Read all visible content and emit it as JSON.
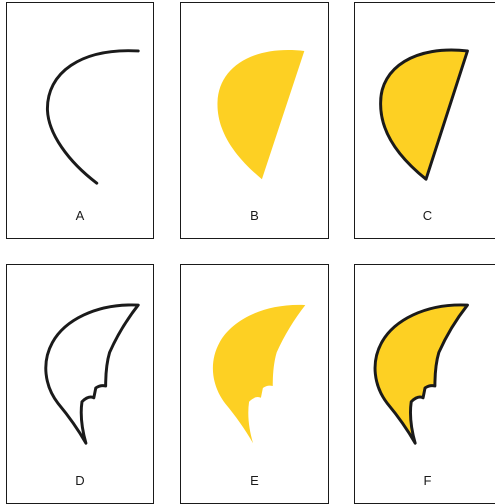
{
  "colors": {
    "fill": "#fdd023",
    "stroke": "#1a1a1a",
    "border": "#1a1a1a",
    "background": "#ffffff"
  },
  "panels": [
    {
      "label": "A",
      "shape": "open-curve-path",
      "filled": false,
      "stroked": true
    },
    {
      "label": "B",
      "shape": "half-moon",
      "filled": true,
      "stroked": false
    },
    {
      "label": "C",
      "shape": "half-moon",
      "filled": true,
      "stroked": true
    },
    {
      "label": "D",
      "shape": "jagged-crescent",
      "filled": false,
      "stroked": true
    },
    {
      "label": "E",
      "shape": "jagged-crescent",
      "filled": true,
      "stroked": false
    },
    {
      "label": "F",
      "shape": "jagged-crescent",
      "filled": true,
      "stroked": true
    }
  ]
}
